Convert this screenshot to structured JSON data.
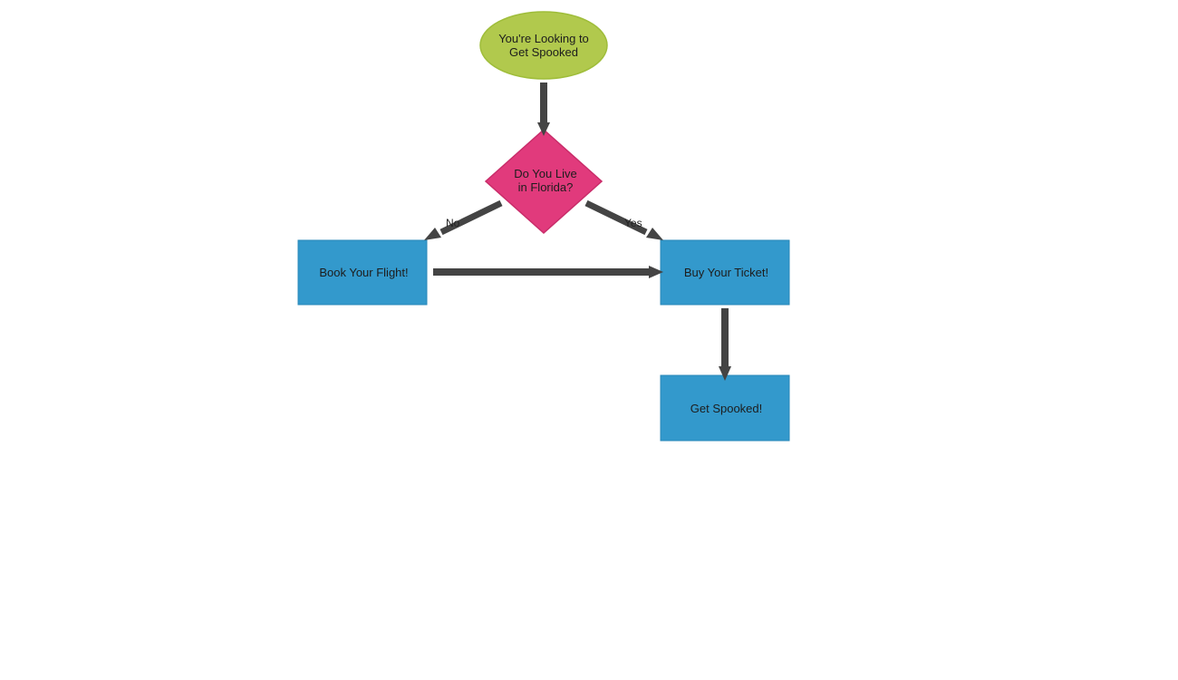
{
  "colors": {
    "start": "#b1c94d",
    "start_border": "#9fbd3a",
    "decision": "#e13a7c",
    "decision_border": "#c92d6a",
    "process": "#3399cc",
    "process_border": "#2a88b8",
    "arrow": "#444444"
  },
  "nodes": {
    "start": {
      "label": "You're Looking to\nGet Spooked",
      "shape": "ellipse"
    },
    "decision": {
      "label": "Do You Live\nin Florida?",
      "shape": "diamond"
    },
    "book_flight": {
      "label": "Book Your Flight!",
      "shape": "rectangle"
    },
    "buy_ticket": {
      "label": "Buy Your Ticket!",
      "shape": "rectangle"
    },
    "get_spooked": {
      "label": "Get Spooked!",
      "shape": "rectangle"
    }
  },
  "edges": {
    "start_to_decision": {
      "from": "start",
      "to": "decision",
      "label": ""
    },
    "decision_to_book": {
      "from": "decision",
      "to": "book_flight",
      "label": "No"
    },
    "decision_to_ticket": {
      "from": "decision",
      "to": "buy_ticket",
      "label": "Yes"
    },
    "book_to_ticket": {
      "from": "book_flight",
      "to": "buy_ticket",
      "label": ""
    },
    "ticket_to_spooked": {
      "from": "buy_ticket",
      "to": "get_spooked",
      "label": ""
    }
  }
}
